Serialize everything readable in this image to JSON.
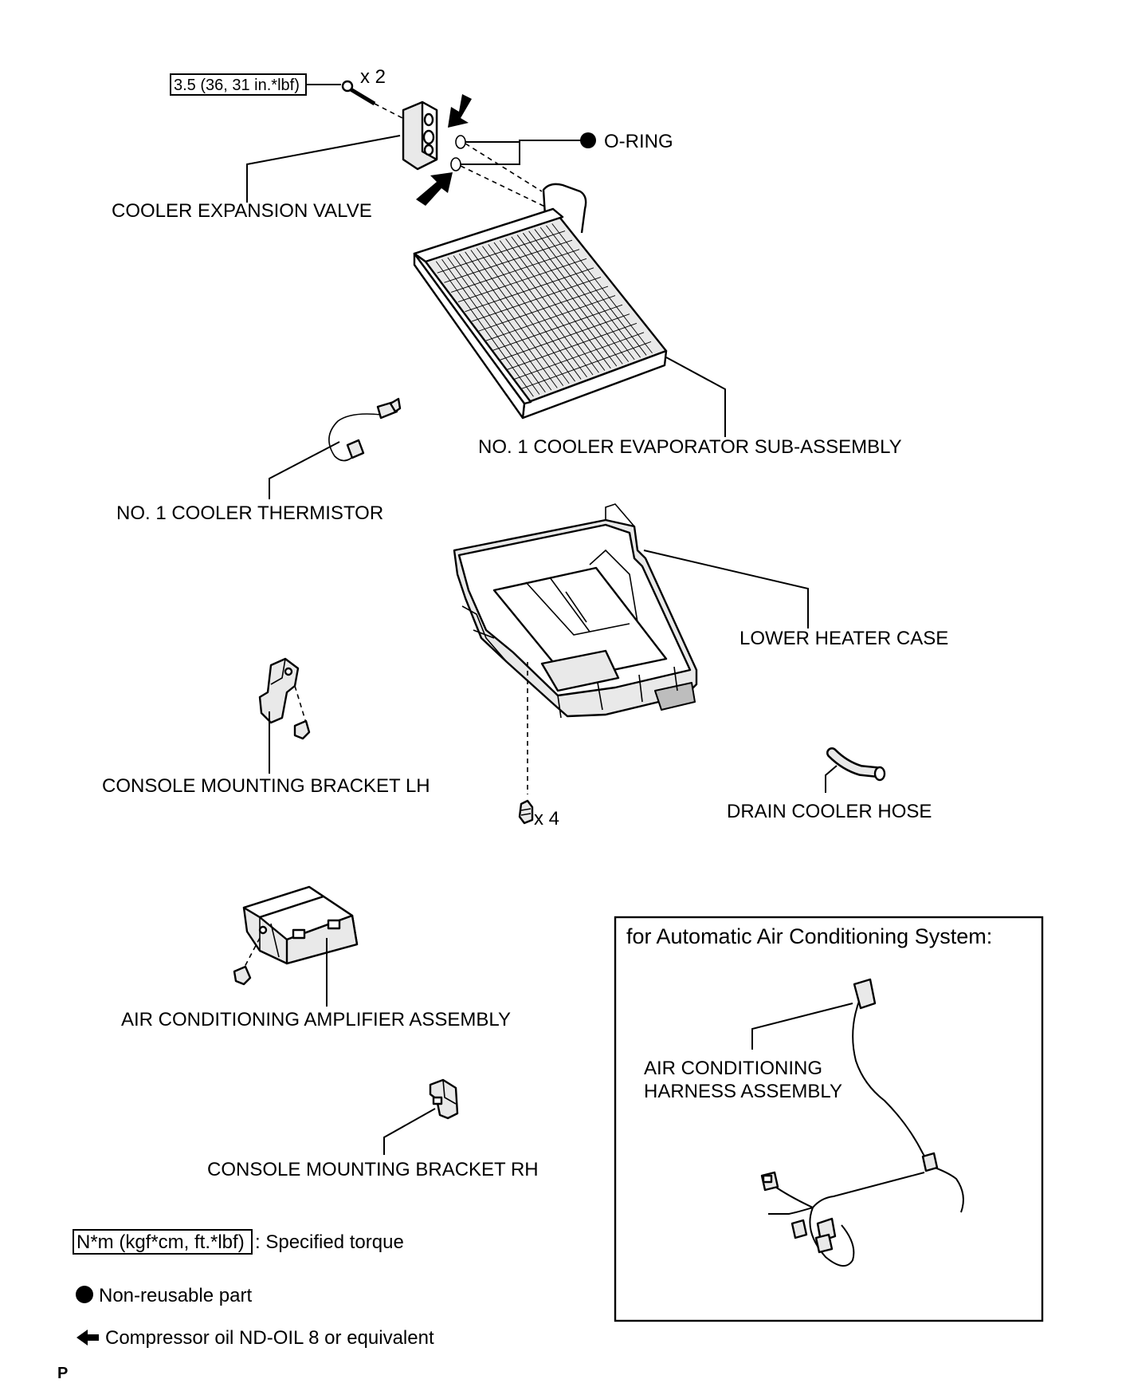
{
  "torque_callout": "3.5 (36, 31 in.*lbf)",
  "bolt_qty": "x 2",
  "screw_qty": "x 4",
  "labels": {
    "o_ring": "O-RING",
    "expansion_valve": "COOLER EXPANSION VALVE",
    "evaporator": "NO. 1 COOLER EVAPORATOR SUB-ASSEMBLY",
    "thermistor": "NO. 1 COOLER THERMISTOR",
    "lower_heater_case": "LOWER HEATER CASE",
    "bracket_lh": "CONSOLE MOUNTING BRACKET LH",
    "drain_hose": "DRAIN COOLER HOSE",
    "amplifier": "AIR CONDITIONING AMPLIFIER ASSEMBLY",
    "bracket_rh": "CONSOLE MOUNTING BRACKET RH",
    "harness_line1": "AIR CONDITIONING",
    "harness_line2": "HARNESS ASSEMBLY"
  },
  "inset_title": "for Automatic Air Conditioning System:",
  "legend": {
    "torque_box": "N*m (kgf*cm, ft.*lbf)",
    "torque_text": ": Specified torque",
    "nonreusable_text": "Non-reusable part",
    "oil_text": "Compressor oil ND-OIL 8 or equivalent"
  },
  "corner_mark": "P"
}
